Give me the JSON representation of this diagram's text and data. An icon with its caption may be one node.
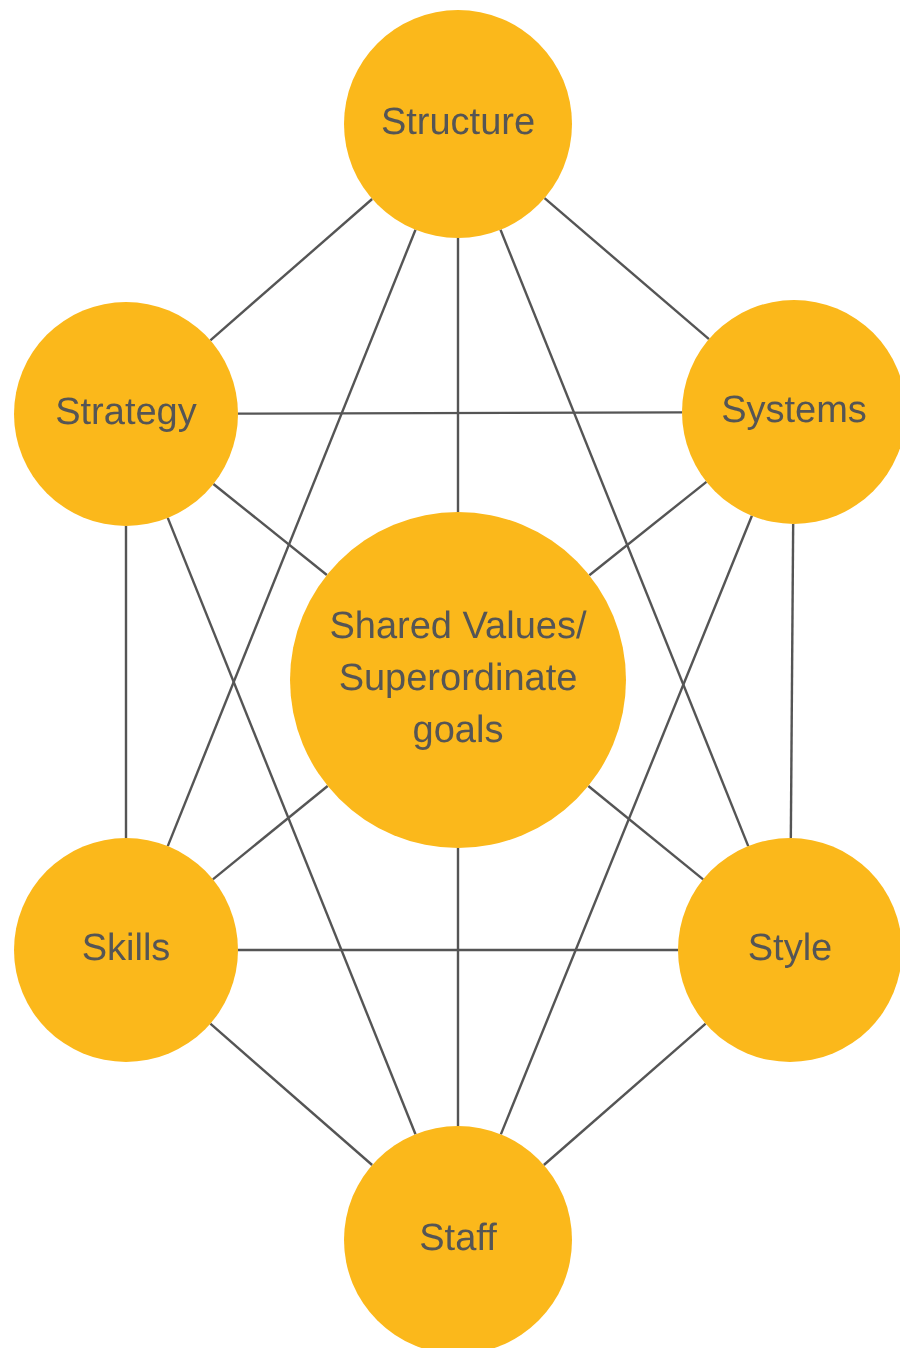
{
  "diagram": {
    "nodes": [
      {
        "text": [
          "Structure"
        ]
      },
      {
        "text": [
          "Strategy"
        ]
      },
      {
        "text": [
          "Systems"
        ]
      },
      {
        "text": [
          "Shared Values/ Superordinate goals"
        ]
      },
      {
        "text": [
          "Skills"
        ]
      },
      {
        "text": [
          "Style"
        ]
      },
      {
        "text": [
          "Staff"
        ]
      }
    ],
    "edges": [
      {
        "from": 0,
        "to": 1,
        "arrow": "none"
      },
      {
        "from": 0,
        "to": 2,
        "arrow": "none"
      },
      {
        "from": 0,
        "to": 3,
        "arrow": "none"
      },
      {
        "from": 0,
        "to": 4,
        "arrow": "none"
      },
      {
        "from": 0,
        "to": 5,
        "arrow": "none"
      },
      {
        "from": 1,
        "to": 2,
        "arrow": "none"
      },
      {
        "from": 1,
        "to": 3,
        "arrow": "none"
      },
      {
        "from": 1,
        "to": 4,
        "arrow": "none"
      },
      {
        "from": 1,
        "to": 6,
        "arrow": "none"
      },
      {
        "from": 2,
        "to": 3,
        "arrow": "none"
      },
      {
        "from": 2,
        "to": 5,
        "arrow": "none"
      },
      {
        "from": 2,
        "to": 6,
        "arrow": "none"
      },
      {
        "from": 3,
        "to": 4,
        "arrow": "none"
      },
      {
        "from": 3,
        "to": 5,
        "arrow": "none"
      },
      {
        "from": 3,
        "to": 6,
        "arrow": "none"
      },
      {
        "from": 4,
        "to": 5,
        "arrow": "none"
      },
      {
        "from": 4,
        "to": 6,
        "arrow": "none"
      },
      {
        "from": 5,
        "to": 6,
        "arrow": "none"
      }
    ]
  }
}
